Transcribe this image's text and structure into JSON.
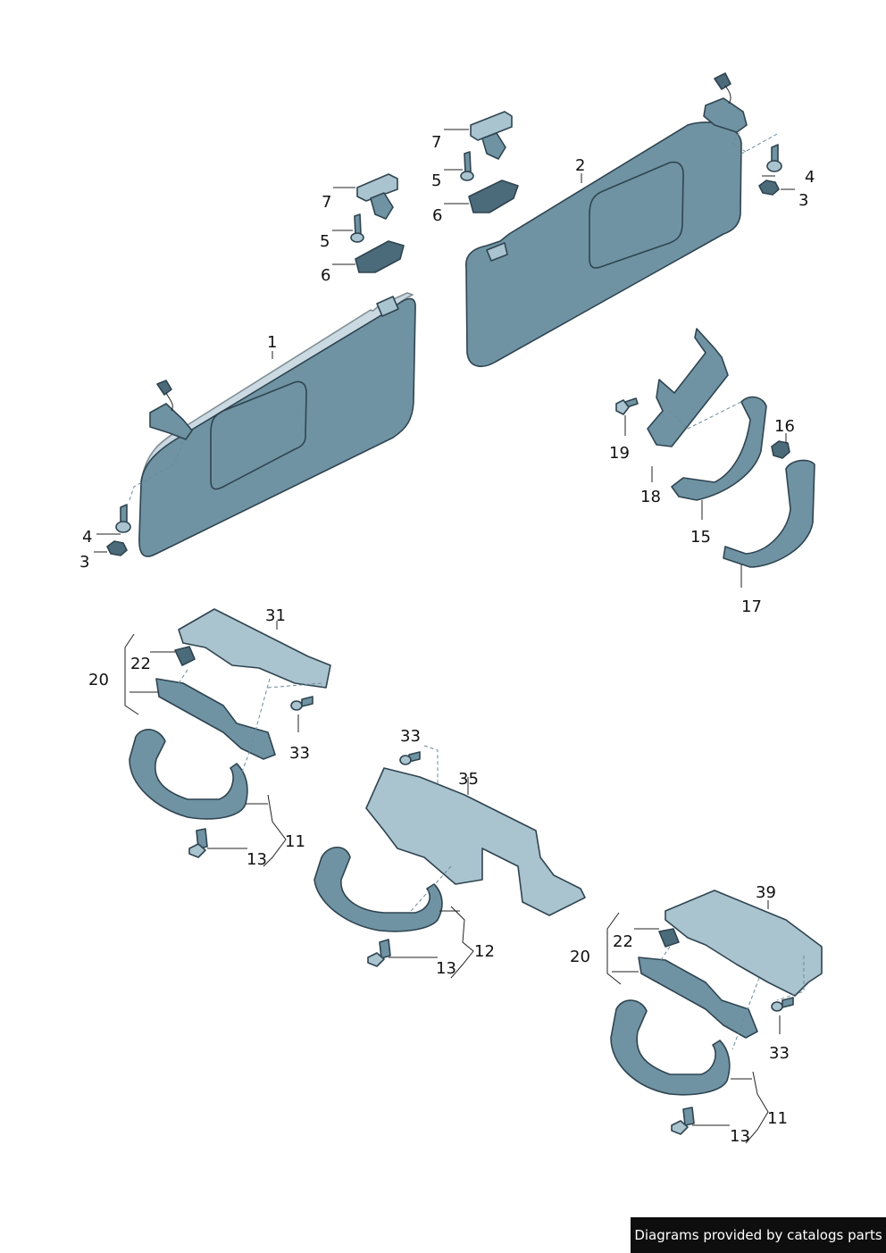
{
  "callouts": {
    "c1": "1",
    "c2": "2",
    "c3a": "3",
    "c3b": "3",
    "c4a": "4",
    "c4b": "4",
    "c5a": "5",
    "c5b": "5",
    "c6a": "6",
    "c6b": "6",
    "c7a": "7",
    "c7b": "7",
    "c11a": "11",
    "c11b": "11",
    "c12": "12",
    "c13a": "13",
    "c13b": "13",
    "c13c": "13",
    "c15": "15",
    "c16": "16",
    "c17": "17",
    "c18": "18",
    "c19": "19",
    "c20a": "20",
    "c20b": "20",
    "c22a": "22",
    "c22b": "22",
    "c31": "31",
    "c33a": "33",
    "c33b": "33",
    "c33c": "33",
    "c35": "35",
    "c39": "39"
  },
  "watermark": "Diagrams provided by catalogs parts"
}
